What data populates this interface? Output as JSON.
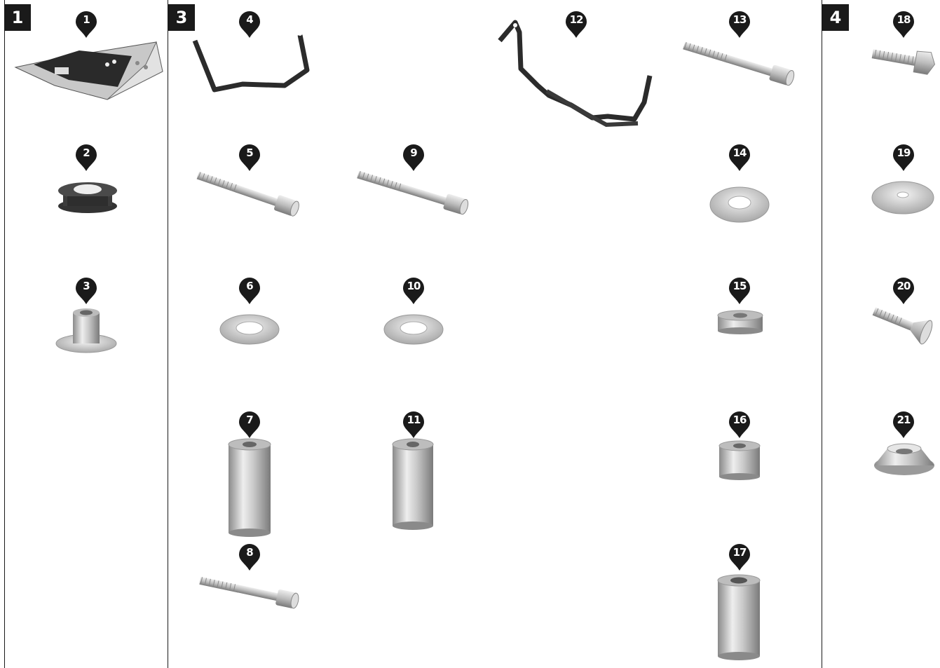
{
  "sections": [
    {
      "id": "section-1",
      "label": "1"
    },
    {
      "id": "section-3",
      "label": "3"
    },
    {
      "id": "section-4",
      "label": "4"
    }
  ],
  "markers": [
    "1",
    "2",
    "3",
    "4",
    "5",
    "6",
    "7",
    "8",
    "9",
    "10",
    "11",
    "12",
    "13",
    "14",
    "15",
    "16",
    "17",
    "18",
    "19",
    "20",
    "21"
  ],
  "colors": {
    "marker": "#1a1a1a",
    "bracket": "#2b2b2b",
    "metal": "#c9c9c9",
    "rule": "#1a1a1a"
  }
}
